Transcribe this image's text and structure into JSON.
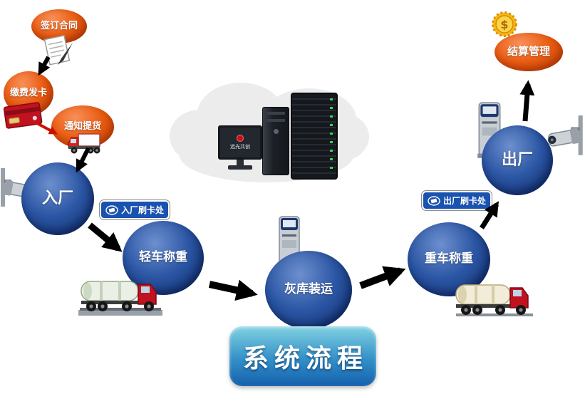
{
  "title": "系统流程",
  "cloud": {
    "monitor_brand": "远光共创"
  },
  "nodes": {
    "sign_contract": "签订合同",
    "pay_card": "缴费发卡",
    "notify_pickup": "通知提货",
    "enter_factory": "入厂",
    "light_weigh": "轻车称重",
    "ash_loading": "灰库装运",
    "heavy_weigh": "重车称重",
    "exit_factory": "出厂",
    "settlement": "结算管理"
  },
  "signs": {
    "entry": "入厂刷卡处",
    "exit": "出厂刷卡处"
  },
  "colors": {
    "node_orange": "#ea5c12",
    "node_blue": "#2b56a4",
    "sign_blue": "#1a52b0",
    "title_gradient_top": "#82d2e2",
    "title_gradient_bottom": "#1560ac",
    "arrow_black": "#000000",
    "arrow_red": "#cc1100",
    "coin_gold": "#f6b819"
  }
}
